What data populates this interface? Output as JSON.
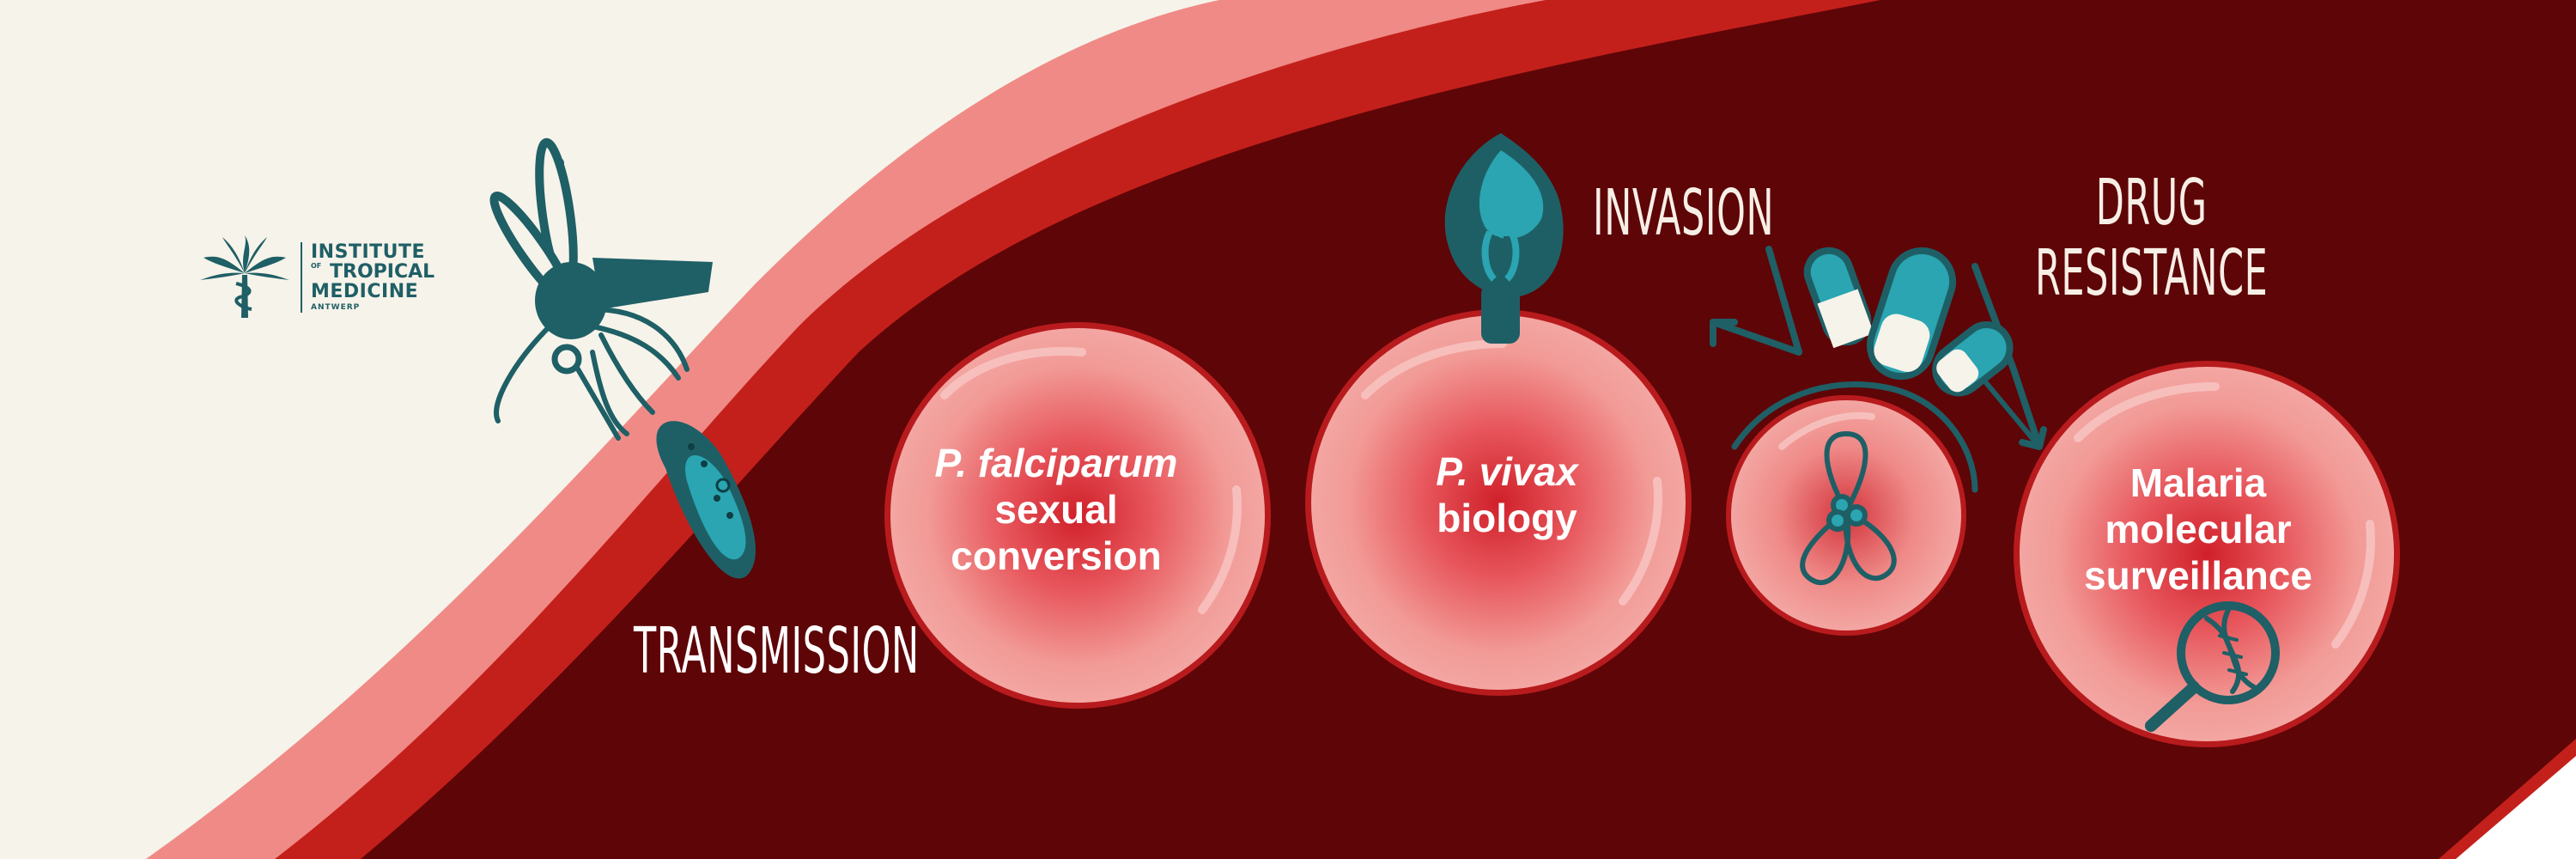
{
  "logo": {
    "line1": "INSTITUTE",
    "line2_small": "OF",
    "line2": "TROPICAL",
    "line3": "MEDICINE",
    "line4": "ANTWERP"
  },
  "labels": {
    "transmission": "TRANSMISSION",
    "invasion": "INVASION",
    "drug_line1": "DRUG",
    "drug_line2": "RESISTANCE"
  },
  "cells": {
    "falciparum_italic": "P. falciparum",
    "falciparum_line2": "sexual",
    "falciparum_line3": "conversion",
    "vivax_italic": "P. vivax",
    "vivax_line2": "biology",
    "malaria_line1": "Malaria",
    "malaria_line2": "molecular",
    "malaria_line3": "surveillance"
  },
  "colors": {
    "background": "#f6f3ea",
    "dark_red": "#5e0507",
    "red_band": "#c4201b",
    "pink_band": "#f08a86",
    "cell_pink": "#f09a97",
    "teal": "#1f5f66",
    "teal_light": "#2a9aa7"
  },
  "icons": [
    "palm-logo-icon",
    "mosquito-icon",
    "parasite-icon",
    "merozoite-icon",
    "pill-icons",
    "dna-magnifier-icon"
  ]
}
